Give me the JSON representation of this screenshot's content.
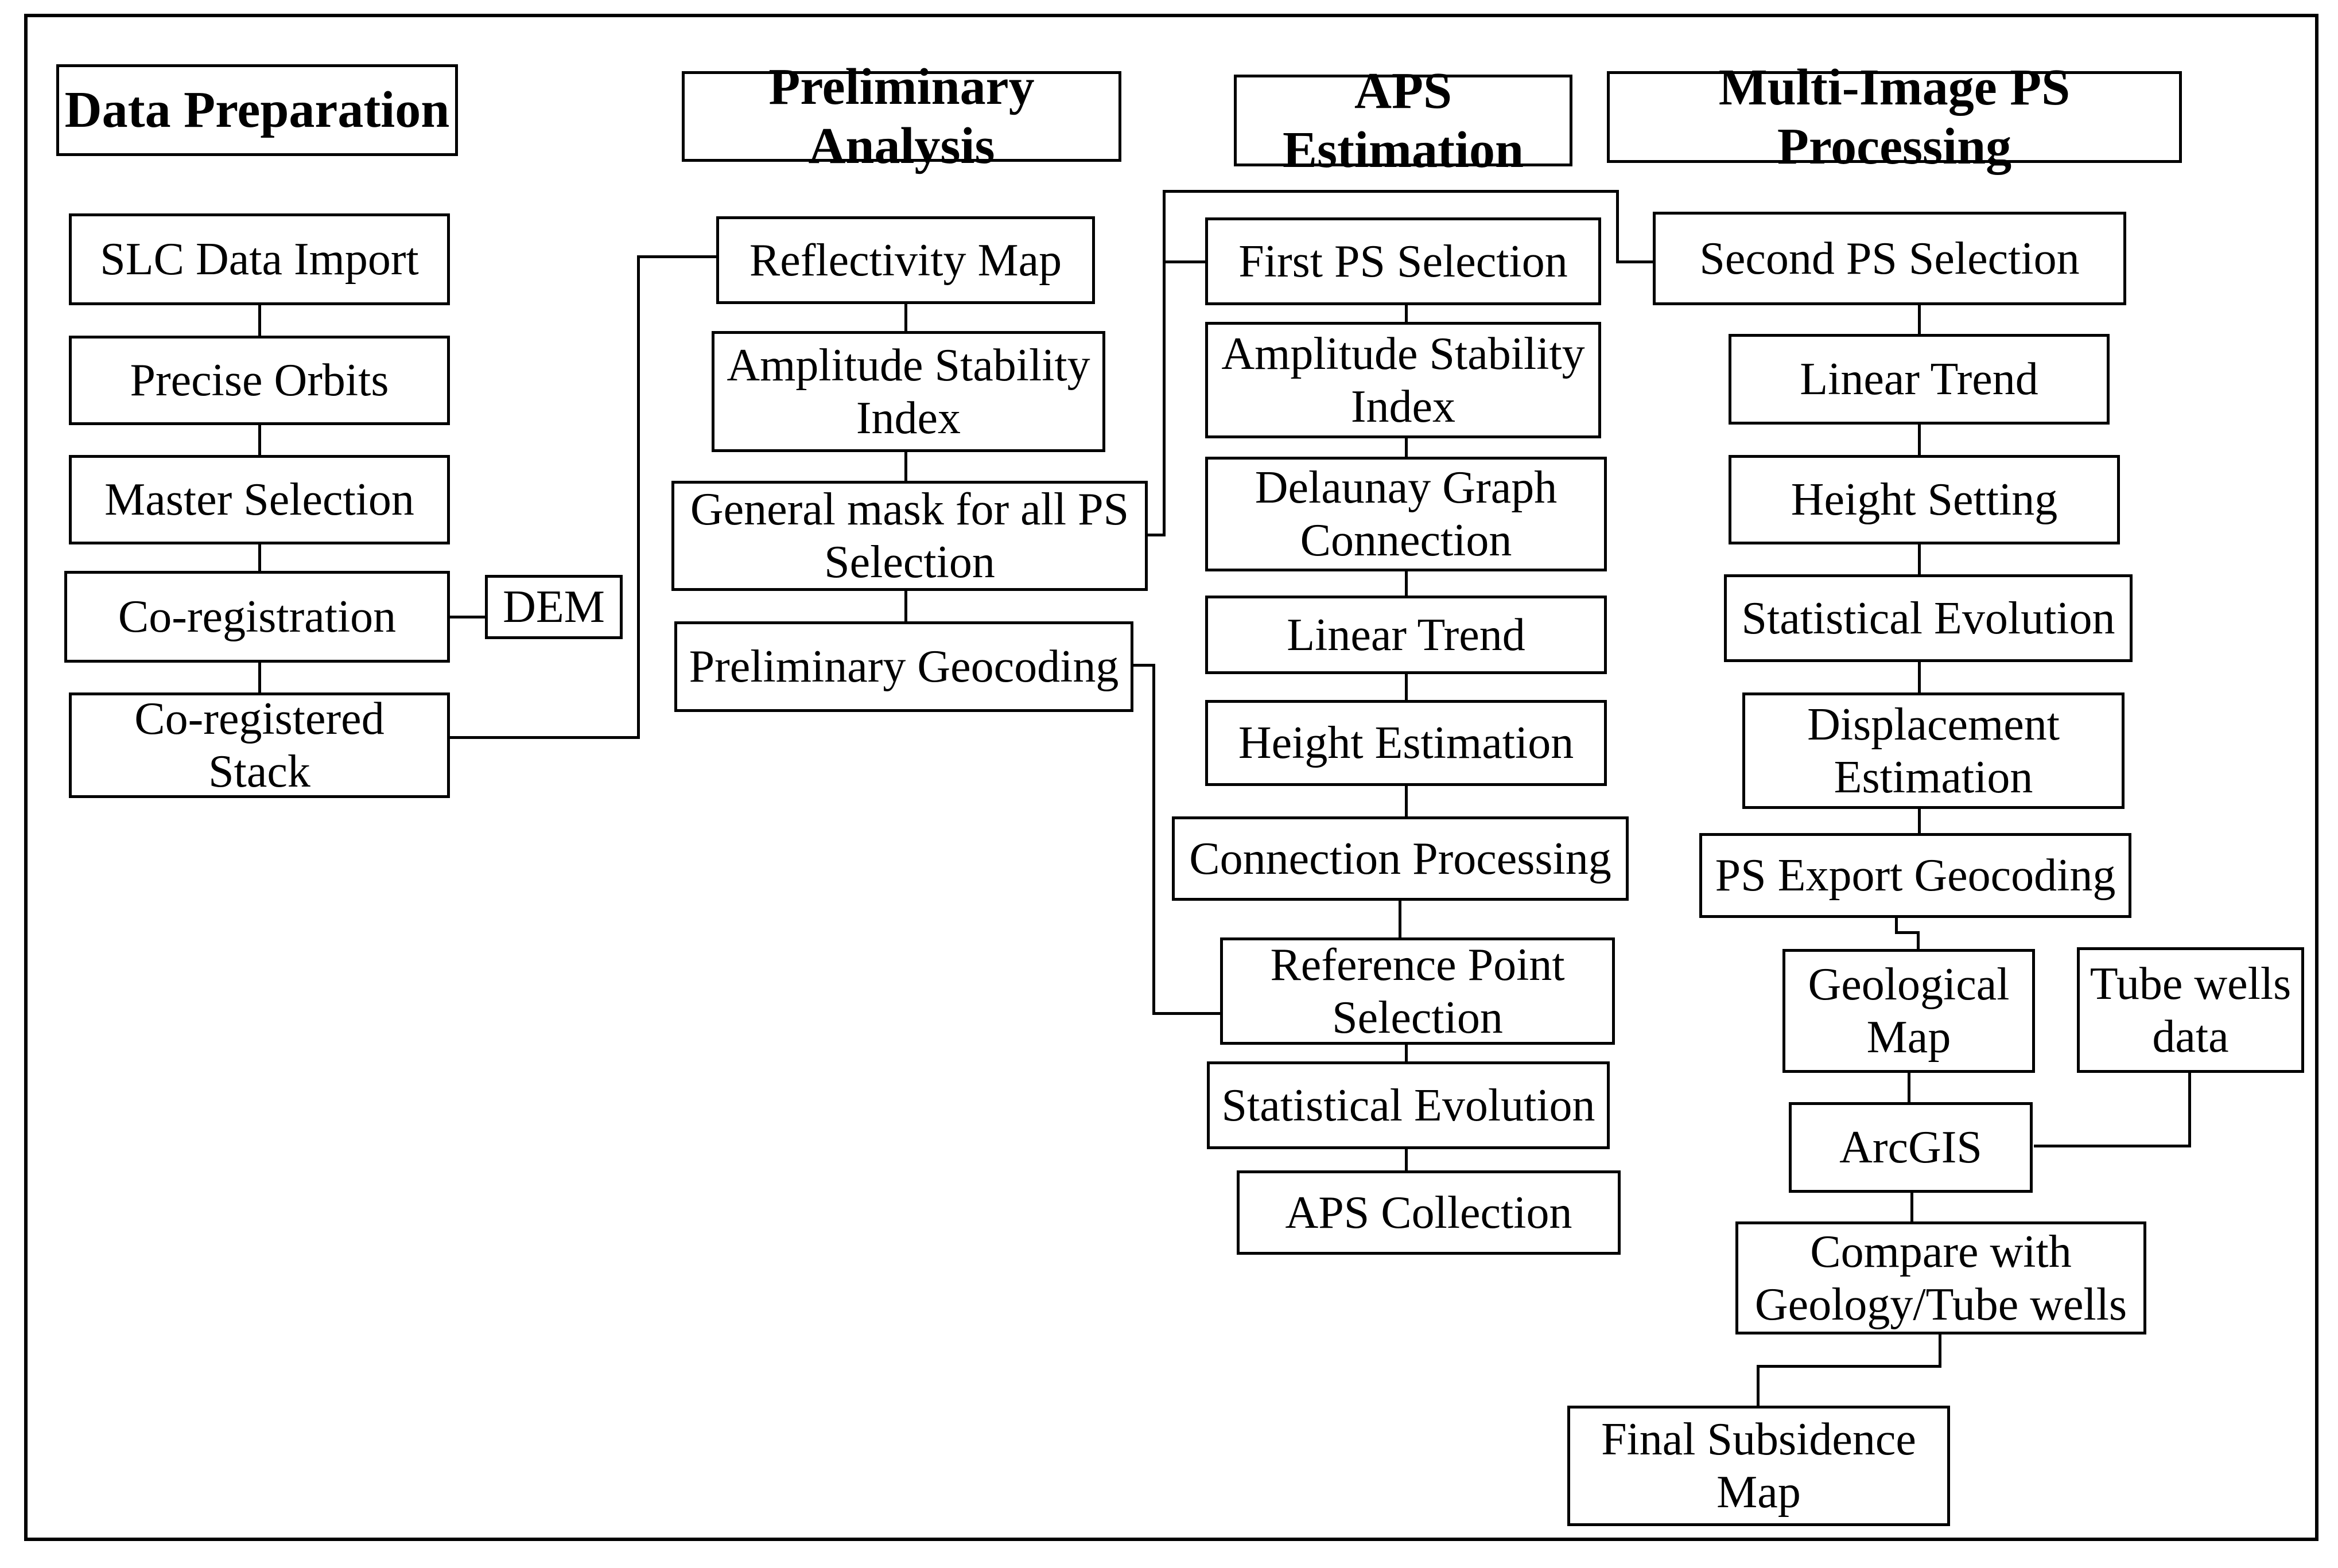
{
  "colors": {
    "background": "#ffffff",
    "line": "#000000",
    "text": "#000000"
  },
  "headers": {
    "data_preparation": "Data Preparation",
    "preliminary_analysis": "Preliminary Analysis",
    "aps_estimation": "APS Estimation",
    "multi_image_ps_processing": "Multi-Image PS Processing"
  },
  "nodes": {
    "slc_data_import": "SLC Data Import",
    "precise_orbits": "Precise Orbits",
    "master_selection": "Master Selection",
    "co_registration": "Co-registration",
    "dem": "DEM",
    "co_registered_stack": "Co-registered\nStack",
    "reflectivity_map": "Reflectivity Map",
    "amplitude_stability_index_1": "Amplitude Stability\nIndex",
    "general_mask": "General mask for all PS\nSelection",
    "preliminary_geocoding": "Preliminary Geocoding",
    "first_ps_selection": "First PS Selection",
    "amplitude_stability_index_2": "Amplitude Stability\nIndex",
    "delaunay_graph_connection": "Delaunay Graph\nConnection",
    "linear_trend_aps": "Linear Trend",
    "height_estimation": "Height Estimation",
    "connection_processing": "Connection Processing",
    "reference_point_selection": "Reference Point\nSelection",
    "statistical_evolution_aps": "Statistical Evolution",
    "aps_collection": "APS Collection",
    "second_ps_selection": "Second PS Selection",
    "linear_trend_multi": "Linear Trend",
    "height_setting": "Height Setting",
    "statistical_evolution_multi": "Statistical Evolution",
    "displacement_estimation": "Displacement\nEstimation",
    "ps_export_geocoding": "PS Export Geocoding",
    "geological_map": "Geological\nMap",
    "tube_wells_data": "Tube wells\ndata",
    "arcgis": "ArcGIS",
    "compare_geology_tube_wells": "Compare with\nGeology/Tube wells",
    "final_subsidence_map": "Final Subsidence\nMap"
  }
}
